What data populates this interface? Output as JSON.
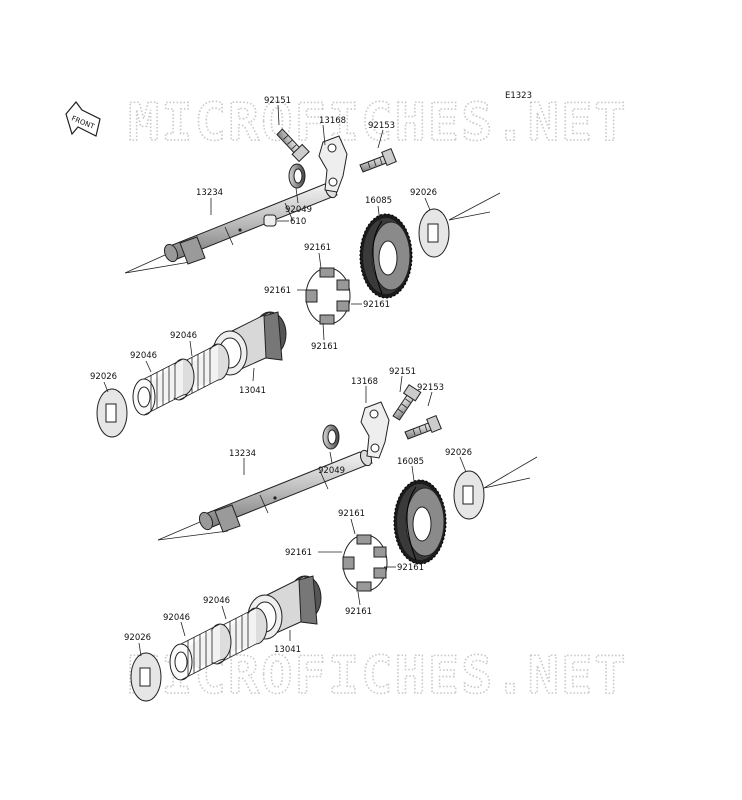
{
  "diagram_code": "E1323",
  "front_label": "FRONT",
  "watermark": "MICROFICHES.NET",
  "labels": {
    "a_92151": "92151",
    "a_13168": "13168",
    "a_92153": "92153",
    "a_13234": "13234",
    "a_92049": "92049",
    "a_610": "610",
    "a_16085": "16085",
    "a_92026_r": "92026",
    "a_92161_top": "92161",
    "a_92161_left": "92161",
    "a_92161_right": "92161",
    "a_92161_bottom": "92161",
    "a_92046_hi": "92046",
    "a_92046_lo": "92046",
    "a_92026_l": "92026",
    "a_13041": "13041",
    "b_13168": "13168",
    "b_92151": "92151",
    "b_92153": "92153",
    "b_13234": "13234",
    "b_92049": "92049",
    "b_16085": "16085",
    "b_92026_r": "92026",
    "b_92161_top": "92161",
    "b_92161_left": "92161",
    "b_92161_right": "92161",
    "b_92161_bottom": "92161",
    "b_92046_hi": "92046",
    "b_92046_lo": "92046",
    "b_92026_l": "92026",
    "b_13041": "13041"
  }
}
